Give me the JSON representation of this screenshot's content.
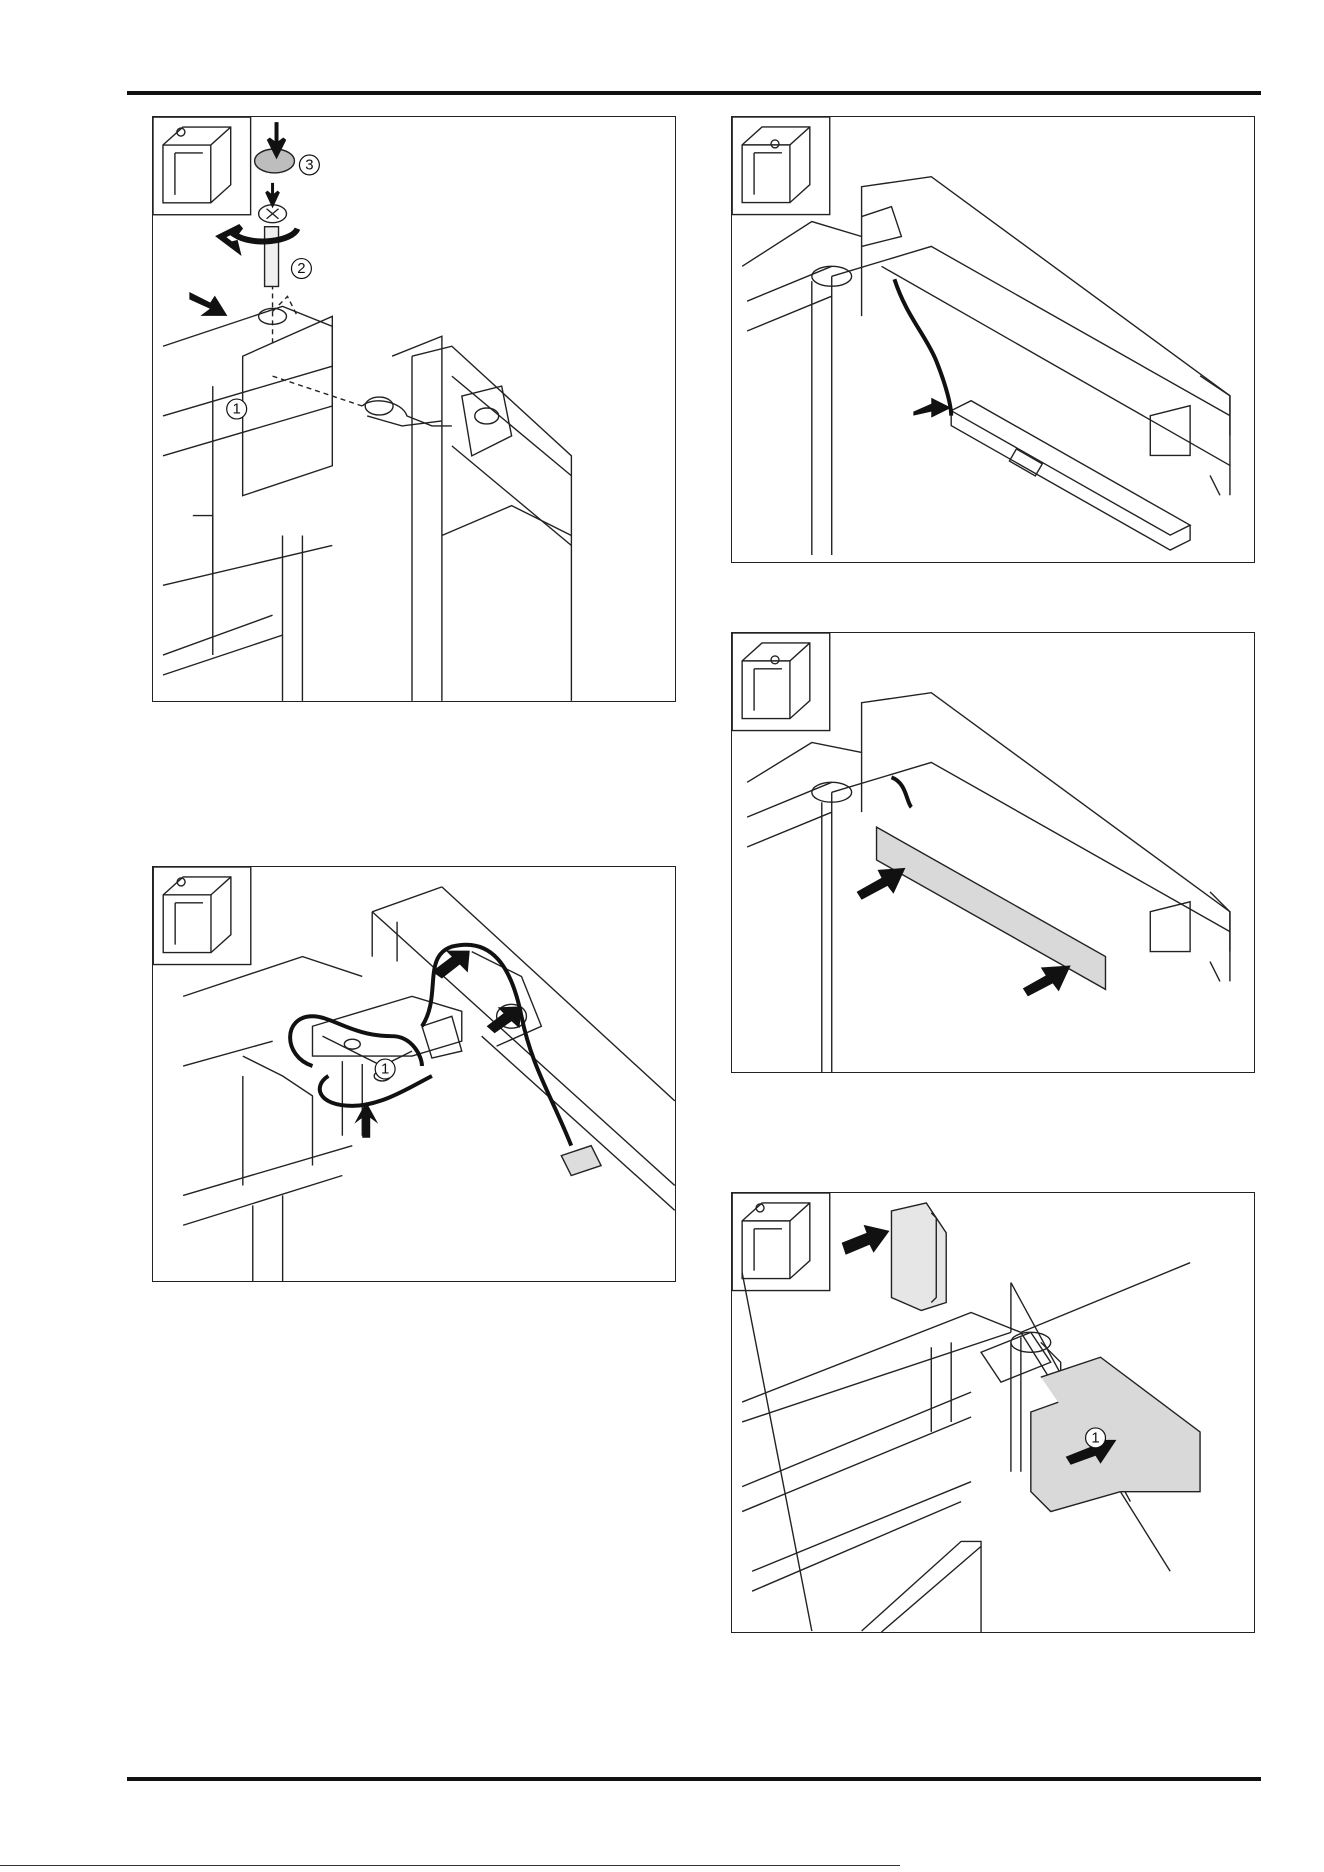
{
  "page": {
    "panels": [
      {
        "id": "fig-hinge-removal",
        "callouts": [
          "1",
          "2",
          "3"
        ]
      },
      {
        "id": "fig-hinge-cable",
        "callouts": [
          "1"
        ]
      },
      {
        "id": "fig-light-unplug",
        "callouts": []
      },
      {
        "id": "fig-cover-insert",
        "callouts": []
      },
      {
        "id": "fig-hinge-cap",
        "callouts": [
          "1"
        ]
      }
    ]
  },
  "icons": {
    "cabinet_location": "cabinet-corner-location-icon",
    "push_arrow": "push-arrow-icon",
    "rotate_arrow": "rotate-arrow-icon"
  },
  "colors": {
    "line": "#222222",
    "arrow": "#111111",
    "cap": "#bdbdbd",
    "cover": "#d9d9d9"
  }
}
